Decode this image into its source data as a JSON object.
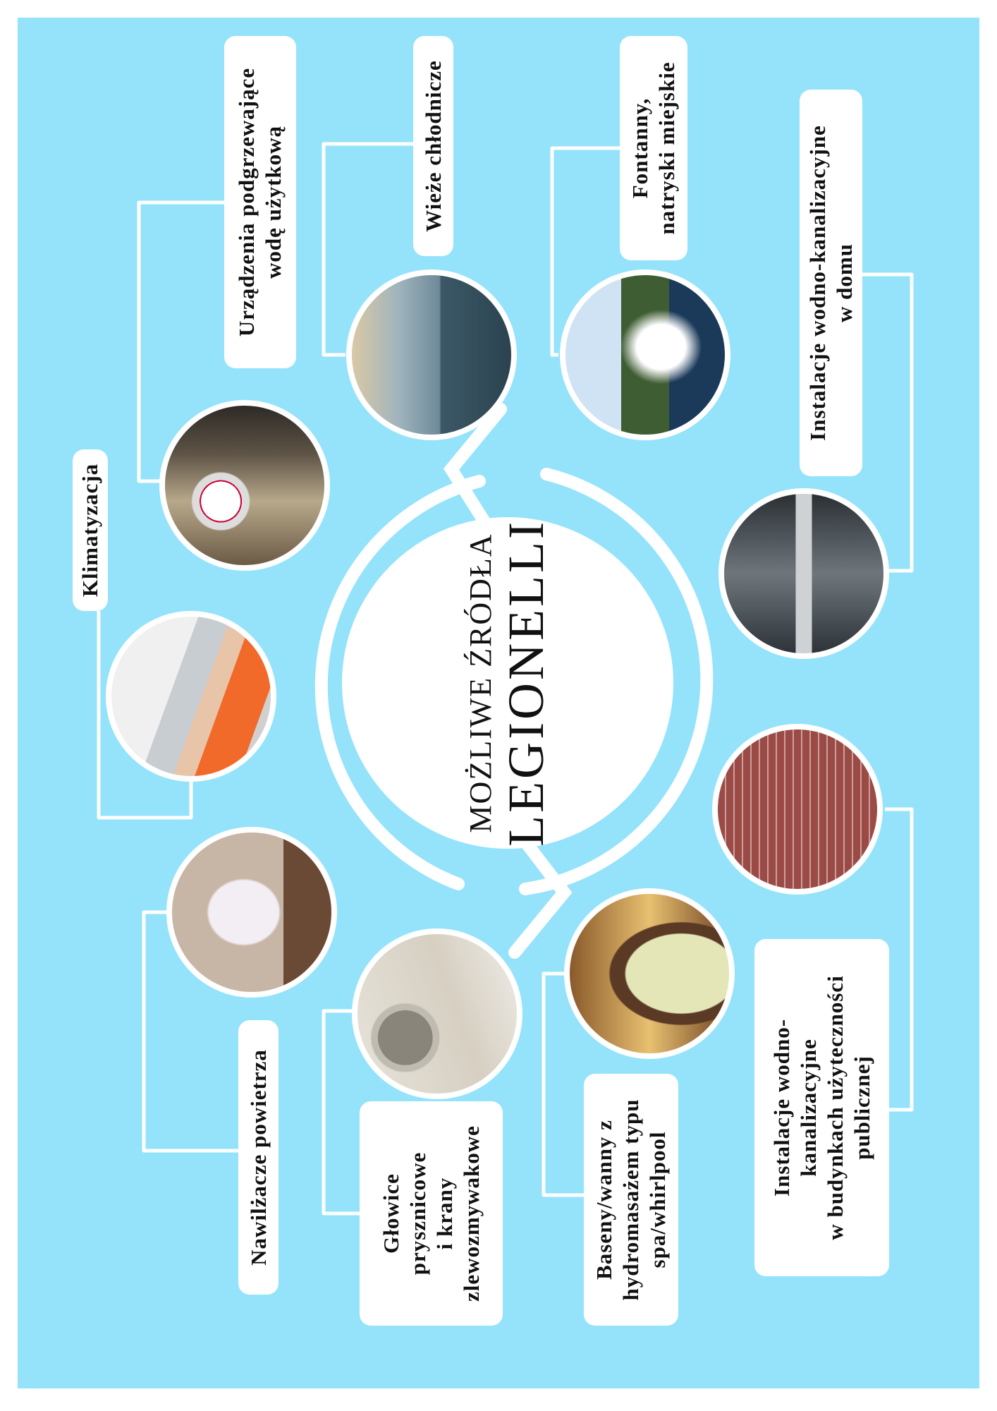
{
  "title": {
    "line1": "MOŻLIWE ŹRÓDŁA",
    "line2": "LEGIONELLI"
  },
  "colors": {
    "background": "#94e3fb",
    "box": "#ffffff",
    "text": "#111111"
  },
  "sources": [
    {
      "id": "klimatyzacja",
      "lines": [
        "Klimatyzacja"
      ],
      "image": "air-conditioner-technician-photo"
    },
    {
      "id": "urzadzenia",
      "lines": [
        "Urządzenia podgrzewające",
        "wodę użytkową"
      ],
      "image": "water-heater-gauges-photo"
    },
    {
      "id": "wieze",
      "lines": [
        "Wieże chłodnicze"
      ],
      "image": "cooling-tower-lake-photo"
    },
    {
      "id": "fontanny",
      "lines": [
        "Fontanny,",
        "natryski miejskie"
      ],
      "image": "city-fountain-photo"
    },
    {
      "id": "instalacje-dom",
      "lines": [
        "Instalacje wodno-kanalizacyjne",
        "w domu"
      ],
      "image": "pipe-valve-photo"
    },
    {
      "id": "nawilzacze",
      "lines": [
        "Nawilżacze powietrza"
      ],
      "image": "air-humidifier-photo"
    },
    {
      "id": "glowice",
      "lines": [
        "Głowice",
        "prysznicowe",
        "i krany",
        "zlewozmywakowe"
      ],
      "image": "shower-head-photo"
    },
    {
      "id": "baseny",
      "lines": [
        "Baseny/wanny z",
        "hydromasażem typu",
        "spa/whirlpool"
      ],
      "image": "spa-tub-photo"
    },
    {
      "id": "instalacje-publ",
      "lines": [
        "Instalacje wodno-",
        "kanalizacyjne",
        "w budynkach użyteczności",
        "publicznej"
      ],
      "image": "building-pipes-photo"
    }
  ]
}
